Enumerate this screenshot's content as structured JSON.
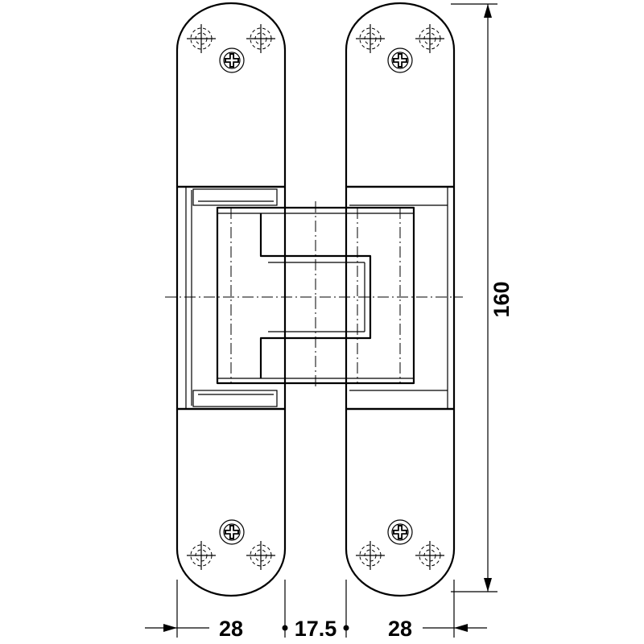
{
  "dimensions": {
    "height": "160",
    "leaf_width_left": "28",
    "gap": "17.5",
    "leaf_width_right": "28"
  }
}
